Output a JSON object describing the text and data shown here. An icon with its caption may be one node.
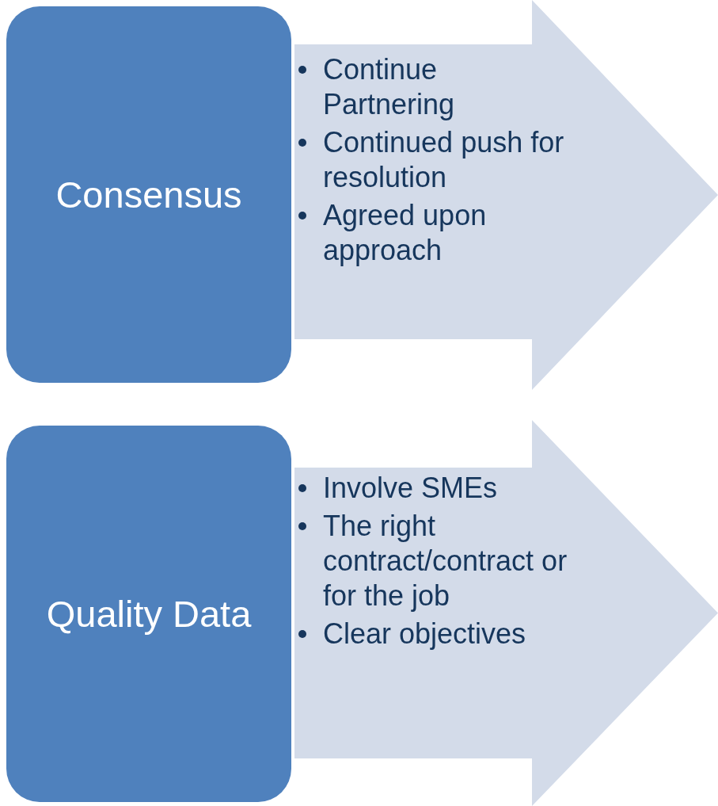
{
  "diagram": {
    "nodes": [
      {
        "text": [
          "Consensus"
        ]
      },
      {
        "text": [
          "Continue Partnering",
          "Continued push for resolution",
          "Agreed upon approach"
        ]
      },
      {
        "text": [
          "Quality Data"
        ]
      },
      {
        "text": [
          "Involve SMEs",
          "The right contract/contract or for the job",
          "Clear objectives"
        ]
      }
    ]
  }
}
